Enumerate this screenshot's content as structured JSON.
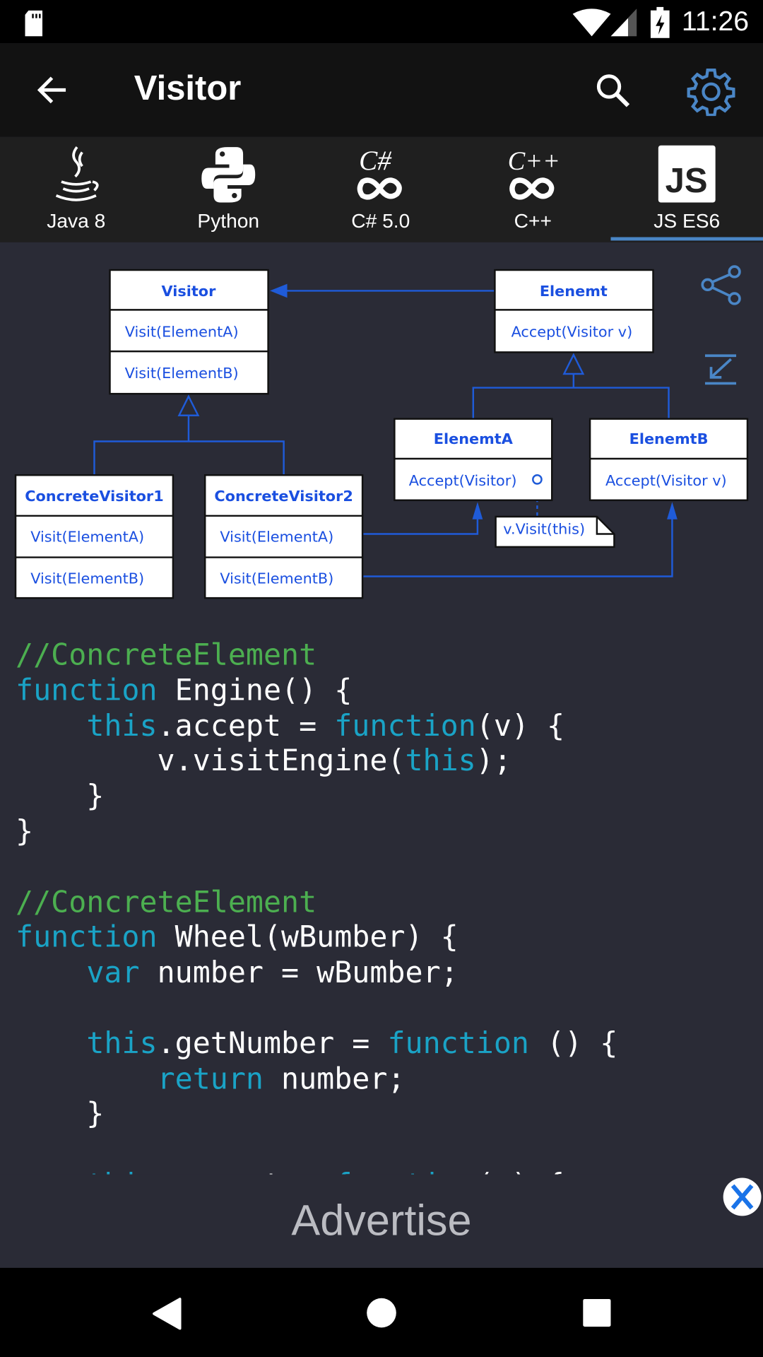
{
  "status_bar": {
    "time": "11:26",
    "icons": [
      "sd-card-icon",
      "wifi-icon",
      "signal-icon",
      "battery-charging-icon"
    ]
  },
  "toolbar": {
    "title": "Visitor",
    "back_icon": "arrow-left-icon",
    "search_icon": "search-icon",
    "settings_icon": "gear-icon"
  },
  "tabs": [
    {
      "label": "Java 8",
      "icon": "java-icon"
    },
    {
      "label": "Python",
      "icon": "python-icon"
    },
    {
      "label": "C# 5.0",
      "icon": "csharp-icon"
    },
    {
      "label": "C++",
      "icon": "cpp-icon"
    },
    {
      "label": "JS ES6",
      "icon": "js-icon",
      "active": true
    }
  ],
  "diagram": {
    "visitor": {
      "title": "Visitor",
      "methods": [
        "Visit(ElementA)",
        "Visit(ElementB)"
      ]
    },
    "element": {
      "title": "Elenemt",
      "methods": [
        "Accept(Visitor v)"
      ]
    },
    "element_a": {
      "title": "ElenemtA",
      "methods": [
        "Accept(Visitor)"
      ]
    },
    "element_b": {
      "title": "ElenemtB",
      "methods": [
        "Accept(Visitor v)"
      ]
    },
    "cv1": {
      "title": "ConcreteVisitor1",
      "methods": [
        "Visit(ElementA)",
        "Visit(ElementB)"
      ]
    },
    "cv2": {
      "title": "ConcreteVisitor2",
      "methods": [
        "Visit(ElementA)",
        "Visit(ElementB)"
      ]
    },
    "note": "v.Visit(this)",
    "colors": {
      "line": "#1f5bd8",
      "text": "#1a4fe0"
    }
  },
  "code": [
    [
      [
        "c",
        "//ConcreteElement"
      ]
    ],
    [
      [
        "k",
        "function"
      ],
      [
        "t",
        " Engine() {"
      ]
    ],
    [
      [
        "t",
        "    "
      ],
      [
        "k",
        "this"
      ],
      [
        "t",
        ".accept = "
      ],
      [
        "k",
        "function"
      ],
      [
        "t",
        "(v) {"
      ]
    ],
    [
      [
        "t",
        "        v.visitEngine("
      ],
      [
        "k",
        "this"
      ],
      [
        "t",
        ");"
      ]
    ],
    [
      [
        "t",
        "    }"
      ]
    ],
    [
      [
        "t",
        "}"
      ]
    ],
    [],
    [
      [
        "c",
        "//ConcreteElement"
      ]
    ],
    [
      [
        "k",
        "function"
      ],
      [
        "t",
        " Wheel(wBumber) {"
      ]
    ],
    [
      [
        "t",
        "    "
      ],
      [
        "k",
        "var"
      ],
      [
        "t",
        " number = wBumber;"
      ]
    ],
    [],
    [
      [
        "t",
        "    "
      ],
      [
        "k",
        "this"
      ],
      [
        "t",
        ".getNumber = "
      ],
      [
        "k",
        "function"
      ],
      [
        "t",
        " () {"
      ]
    ],
    [
      [
        "t",
        "        "
      ],
      [
        "k",
        "return"
      ],
      [
        "t",
        " number;"
      ]
    ],
    [
      [
        "t",
        "    }"
      ]
    ],
    [],
    [
      [
        "t",
        "    "
      ],
      [
        "k",
        "this"
      ],
      [
        "t",
        ".accept = "
      ],
      [
        "k",
        "function"
      ],
      [
        "t",
        "(v) {"
      ]
    ]
  ],
  "ad": {
    "label": "Advertise",
    "close_icon": "close-icon"
  },
  "nav": {
    "icons": [
      "back-triangle-icon",
      "home-circle-icon",
      "recents-square-icon"
    ]
  }
}
